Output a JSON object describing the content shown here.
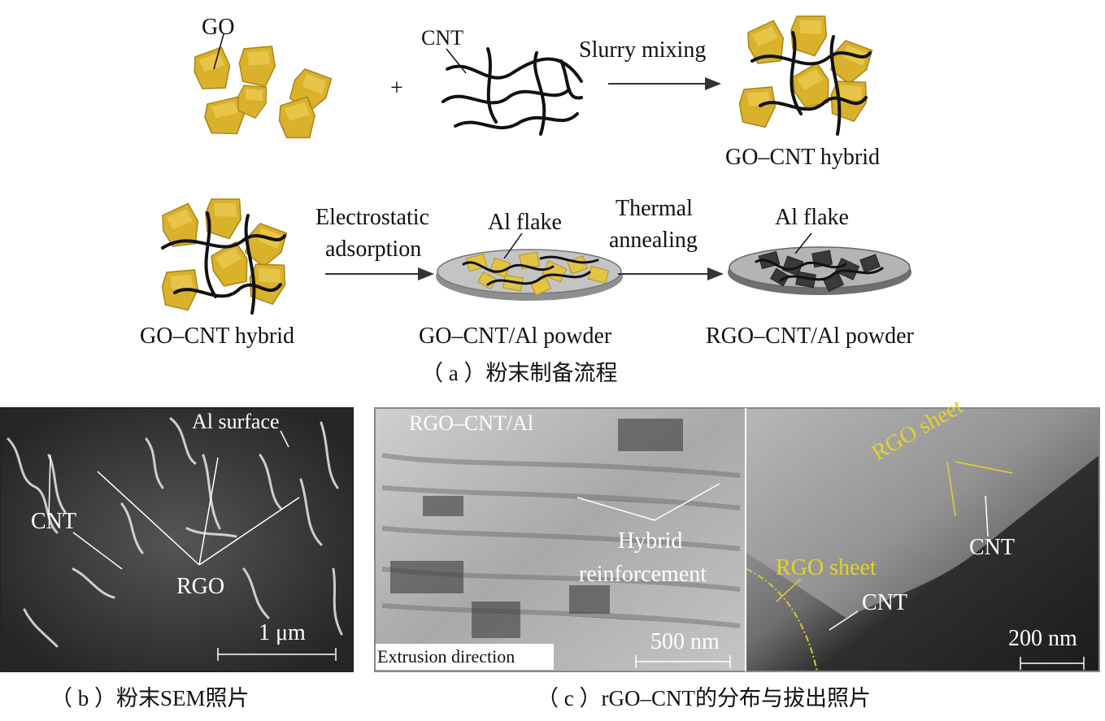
{
  "flow_top": {
    "go_label": "GO",
    "cnt_label": "CNT",
    "plus": "+",
    "step1": "Slurry mixing",
    "hybrid_label": "GO–CNT hybrid"
  },
  "flow_bottom": {
    "hybrid_label": "GO–CNT hybrid",
    "step2_line1": "Electrostatic",
    "step2_line2": "adsorption",
    "al_flake_1": "Al flake",
    "powder1": "GO–CNT/Al powder",
    "step3_line1": "Thermal",
    "step3_line2": "annealing",
    "al_flake_2": "Al flake",
    "powder2": "RGO–CNT/Al powder"
  },
  "caption_a": "（ a ）粉末制备流程",
  "panel_b": {
    "al_surface": "Al surface",
    "cnt": "CNT",
    "rgo": "RGO",
    "scale": "1 μm",
    "caption": "（ b ）粉末SEM照片"
  },
  "panel_c": {
    "title": "RGO–CNT/Al",
    "hybrid_line1": "Hybrid",
    "hybrid_line2": "reinforcement",
    "scale_left": "500 nm",
    "extrusion": "Extrusion direction",
    "rgo_sheet_1": "RGO sheet",
    "rgo_sheet_2": "RGO sheet",
    "cnt_1": "CNT",
    "cnt_2": "CNT",
    "scale_right": "200 nm",
    "caption": "（ c ）rGO–CNT的分布与拔出照片"
  },
  "colors": {
    "flake": "#d9b12a",
    "flake_dark": "#a8861a",
    "sem_bg": "#3a3a3a",
    "tem_bg": "#b9b9b9"
  }
}
